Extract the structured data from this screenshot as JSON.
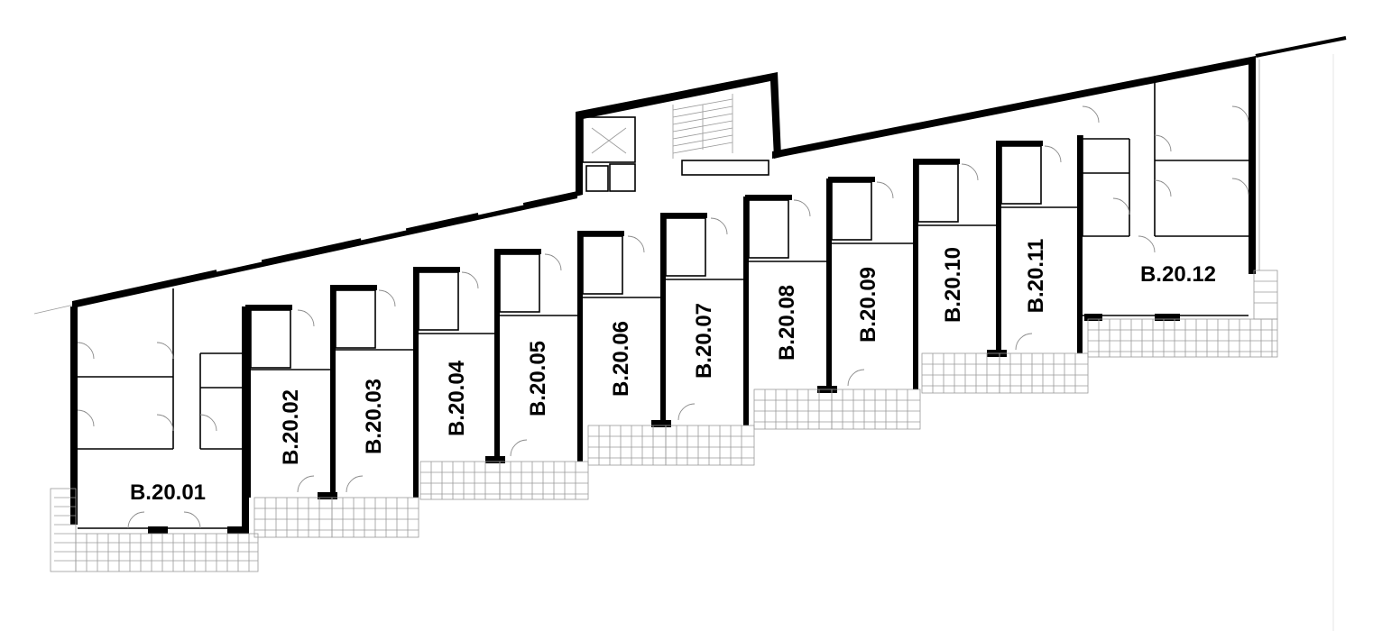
{
  "plan": {
    "units": [
      {
        "id": "B.20.01",
        "orientation": "horizontal"
      },
      {
        "id": "B.20.02",
        "orientation": "vertical"
      },
      {
        "id": "B.20.03",
        "orientation": "vertical"
      },
      {
        "id": "B.20.04",
        "orientation": "vertical"
      },
      {
        "id": "B.20.05",
        "orientation": "vertical"
      },
      {
        "id": "B.20.06",
        "orientation": "vertical"
      },
      {
        "id": "B.20.07",
        "orientation": "vertical"
      },
      {
        "id": "B.20.08",
        "orientation": "vertical"
      },
      {
        "id": "B.20.09",
        "orientation": "vertical"
      },
      {
        "id": "B.20.10",
        "orientation": "vertical"
      },
      {
        "id": "B.20.11",
        "orientation": "vertical"
      },
      {
        "id": "B.20.12",
        "orientation": "horizontal"
      }
    ],
    "colors": {
      "wall": "#000000",
      "line": "#000000",
      "hatch": "#9a9a9a",
      "background": "#ffffff"
    }
  }
}
